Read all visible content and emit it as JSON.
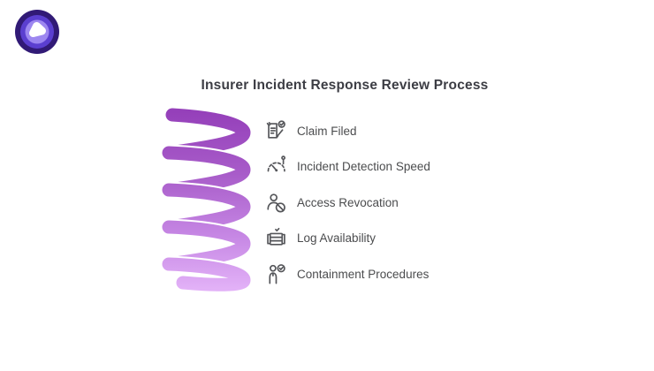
{
  "title": "Insurer Incident Response Review Process",
  "logo": {
    "name": "brand-logo",
    "colors": {
      "outer": "#311a76",
      "ring": "#5b3fd0",
      "inner_ring": "#9d87f0",
      "core": "#ffffff"
    }
  },
  "spiral": {
    "name": "spiral-coil-graphic",
    "loops": 5,
    "gradient": [
      "#9540ba",
      "#a85cc9",
      "#c687e4",
      "#e2b1f7"
    ]
  },
  "steps": [
    {
      "label": "Claim Filed",
      "icon": "claim-document-icon"
    },
    {
      "label": "Incident Detection Speed",
      "icon": "speedometer-icon"
    },
    {
      "label": "Access Revocation",
      "icon": "user-blocked-icon"
    },
    {
      "label": "Log Availability",
      "icon": "log-crate-check-icon"
    },
    {
      "label": "Containment Procedures",
      "icon": "person-check-icon"
    }
  ],
  "colors": {
    "background": "#ffffff",
    "title_text": "#3c3d44",
    "item_text": "#4b4c4e",
    "icon_stroke": "#55565a"
  }
}
